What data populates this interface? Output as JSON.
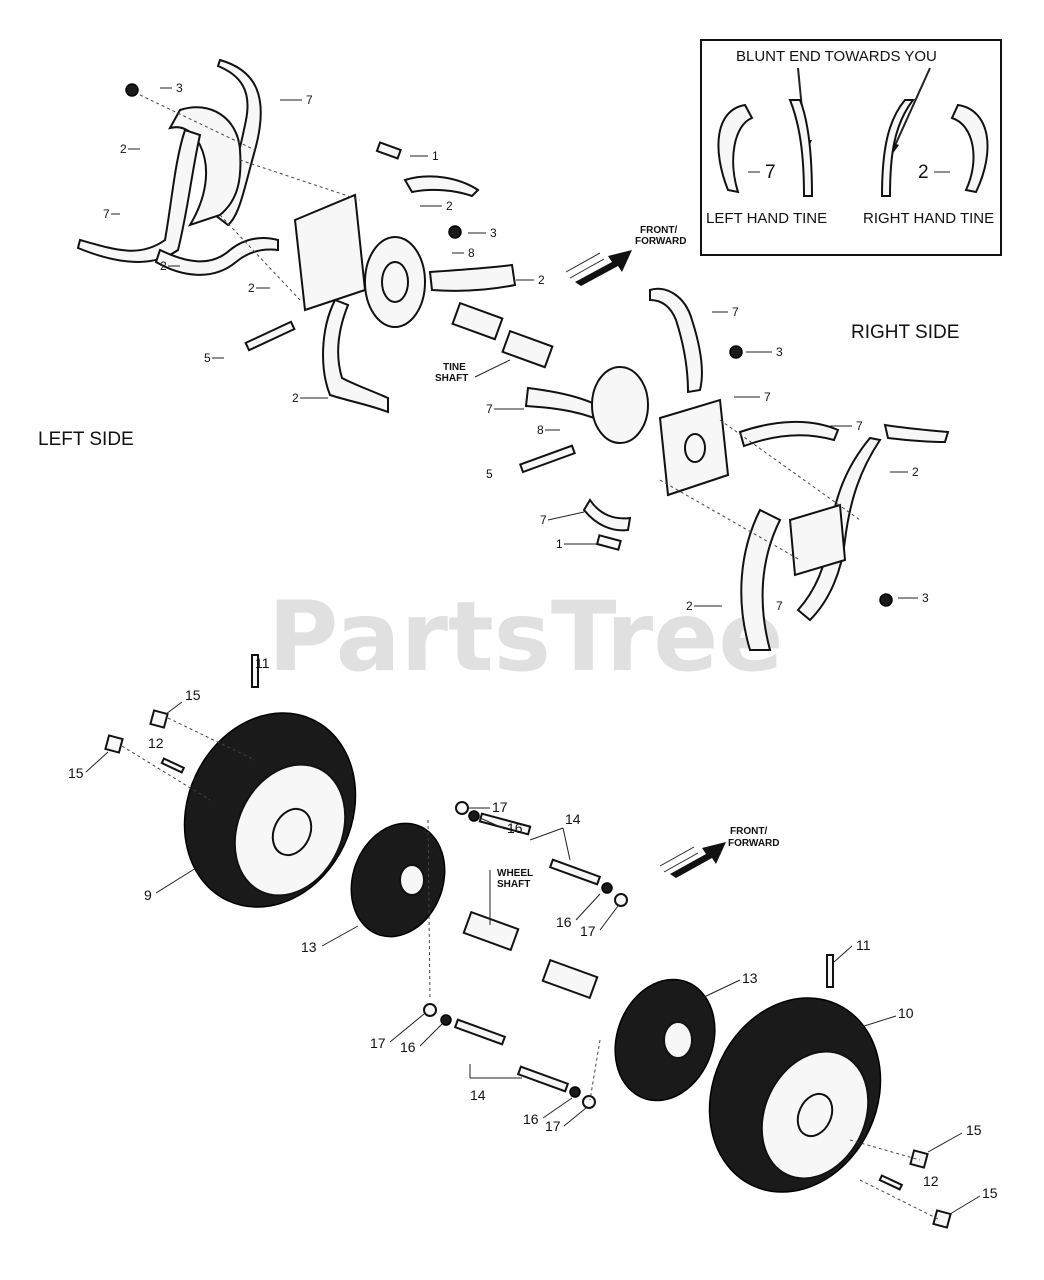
{
  "labels": {
    "left_side": "LEFT SIDE",
    "right_side": "RIGHT SIDE",
    "front_forward_1a": "FRONT/",
    "front_forward_1b": "FORWARD",
    "front_forward_2a": "FRONT/",
    "front_forward_2b": "FORWARD",
    "tine_shaft_a": "TINE",
    "tine_shaft_b": "SHAFT",
    "wheel_shaft_a": "WHEEL",
    "wheel_shaft_b": "SHAFT",
    "watermark": "PartsTree"
  },
  "inset": {
    "title": "BLUNT END TOWARDS YOU",
    "left_tine": "LEFT HAND TINE",
    "right_tine": "RIGHT HAND TINE",
    "left_num": "7",
    "right_num": "2"
  },
  "callouts": {
    "c3a": "3",
    "c7a": "7",
    "c1a": "1",
    "c2a": "2",
    "c2b": "2",
    "c7b": "7",
    "c2c": "2",
    "c3b": "3",
    "c8a": "8",
    "c2d": "2",
    "c2e": "2",
    "c5a": "5",
    "c2f": "2",
    "c7c": "7",
    "c3c": "3",
    "c7d": "7",
    "c7e": "7",
    "c8b": "8",
    "c5b": "5",
    "c7f": "7",
    "c2g": "2",
    "c1b": "1",
    "c7g": "7",
    "c2h": "2",
    "c7h": "7",
    "c3d": "3",
    "c11a": "11",
    "c15a": "15",
    "c12a": "12",
    "c15b": "15",
    "c17a": "17",
    "c16a": "16",
    "c14a": "14",
    "c9": "9",
    "c13a": "13",
    "c16b": "16",
    "c17b": "17",
    "c11b": "11",
    "c13b": "13",
    "c10": "10",
    "c17c": "17",
    "c16c": "16",
    "c14b": "14",
    "c16d": "16",
    "c17d": "17",
    "c15c": "15",
    "c12b": "12",
    "c15d": "15"
  }
}
